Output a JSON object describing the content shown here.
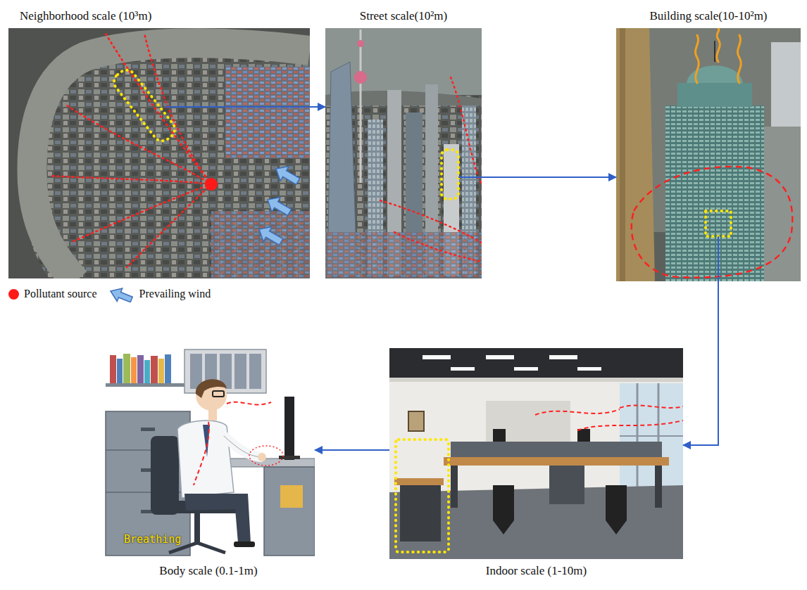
{
  "diagram": {
    "nodes": [
      {
        "text": [
          "Neighborhood scale (10³m)"
        ]
      },
      {
        "text": [
          "Street scale(10²m)"
        ]
      },
      {
        "text": [
          "Building scale(10-10²m)"
        ]
      },
      {
        "text": [
          "Body scale (0.1-1m)"
        ]
      },
      {
        "text": [
          "Indoor scale (1-10m)"
        ]
      }
    ],
    "edges": [
      {
        "from": 0,
        "to": 1,
        "arrow": "to"
      },
      {
        "from": 1,
        "to": 2,
        "arrow": "to"
      },
      {
        "from": 2,
        "to": 4,
        "arrow": "to"
      },
      {
        "from": 4,
        "to": 3,
        "arrow": "to"
      }
    ],
    "labels": [
      "Breathing"
    ],
    "legend": [
      {
        "text": "Pollutant source",
        "color": "#ff1a1a"
      },
      {
        "text": "Prevailing wind"
      }
    ]
  }
}
